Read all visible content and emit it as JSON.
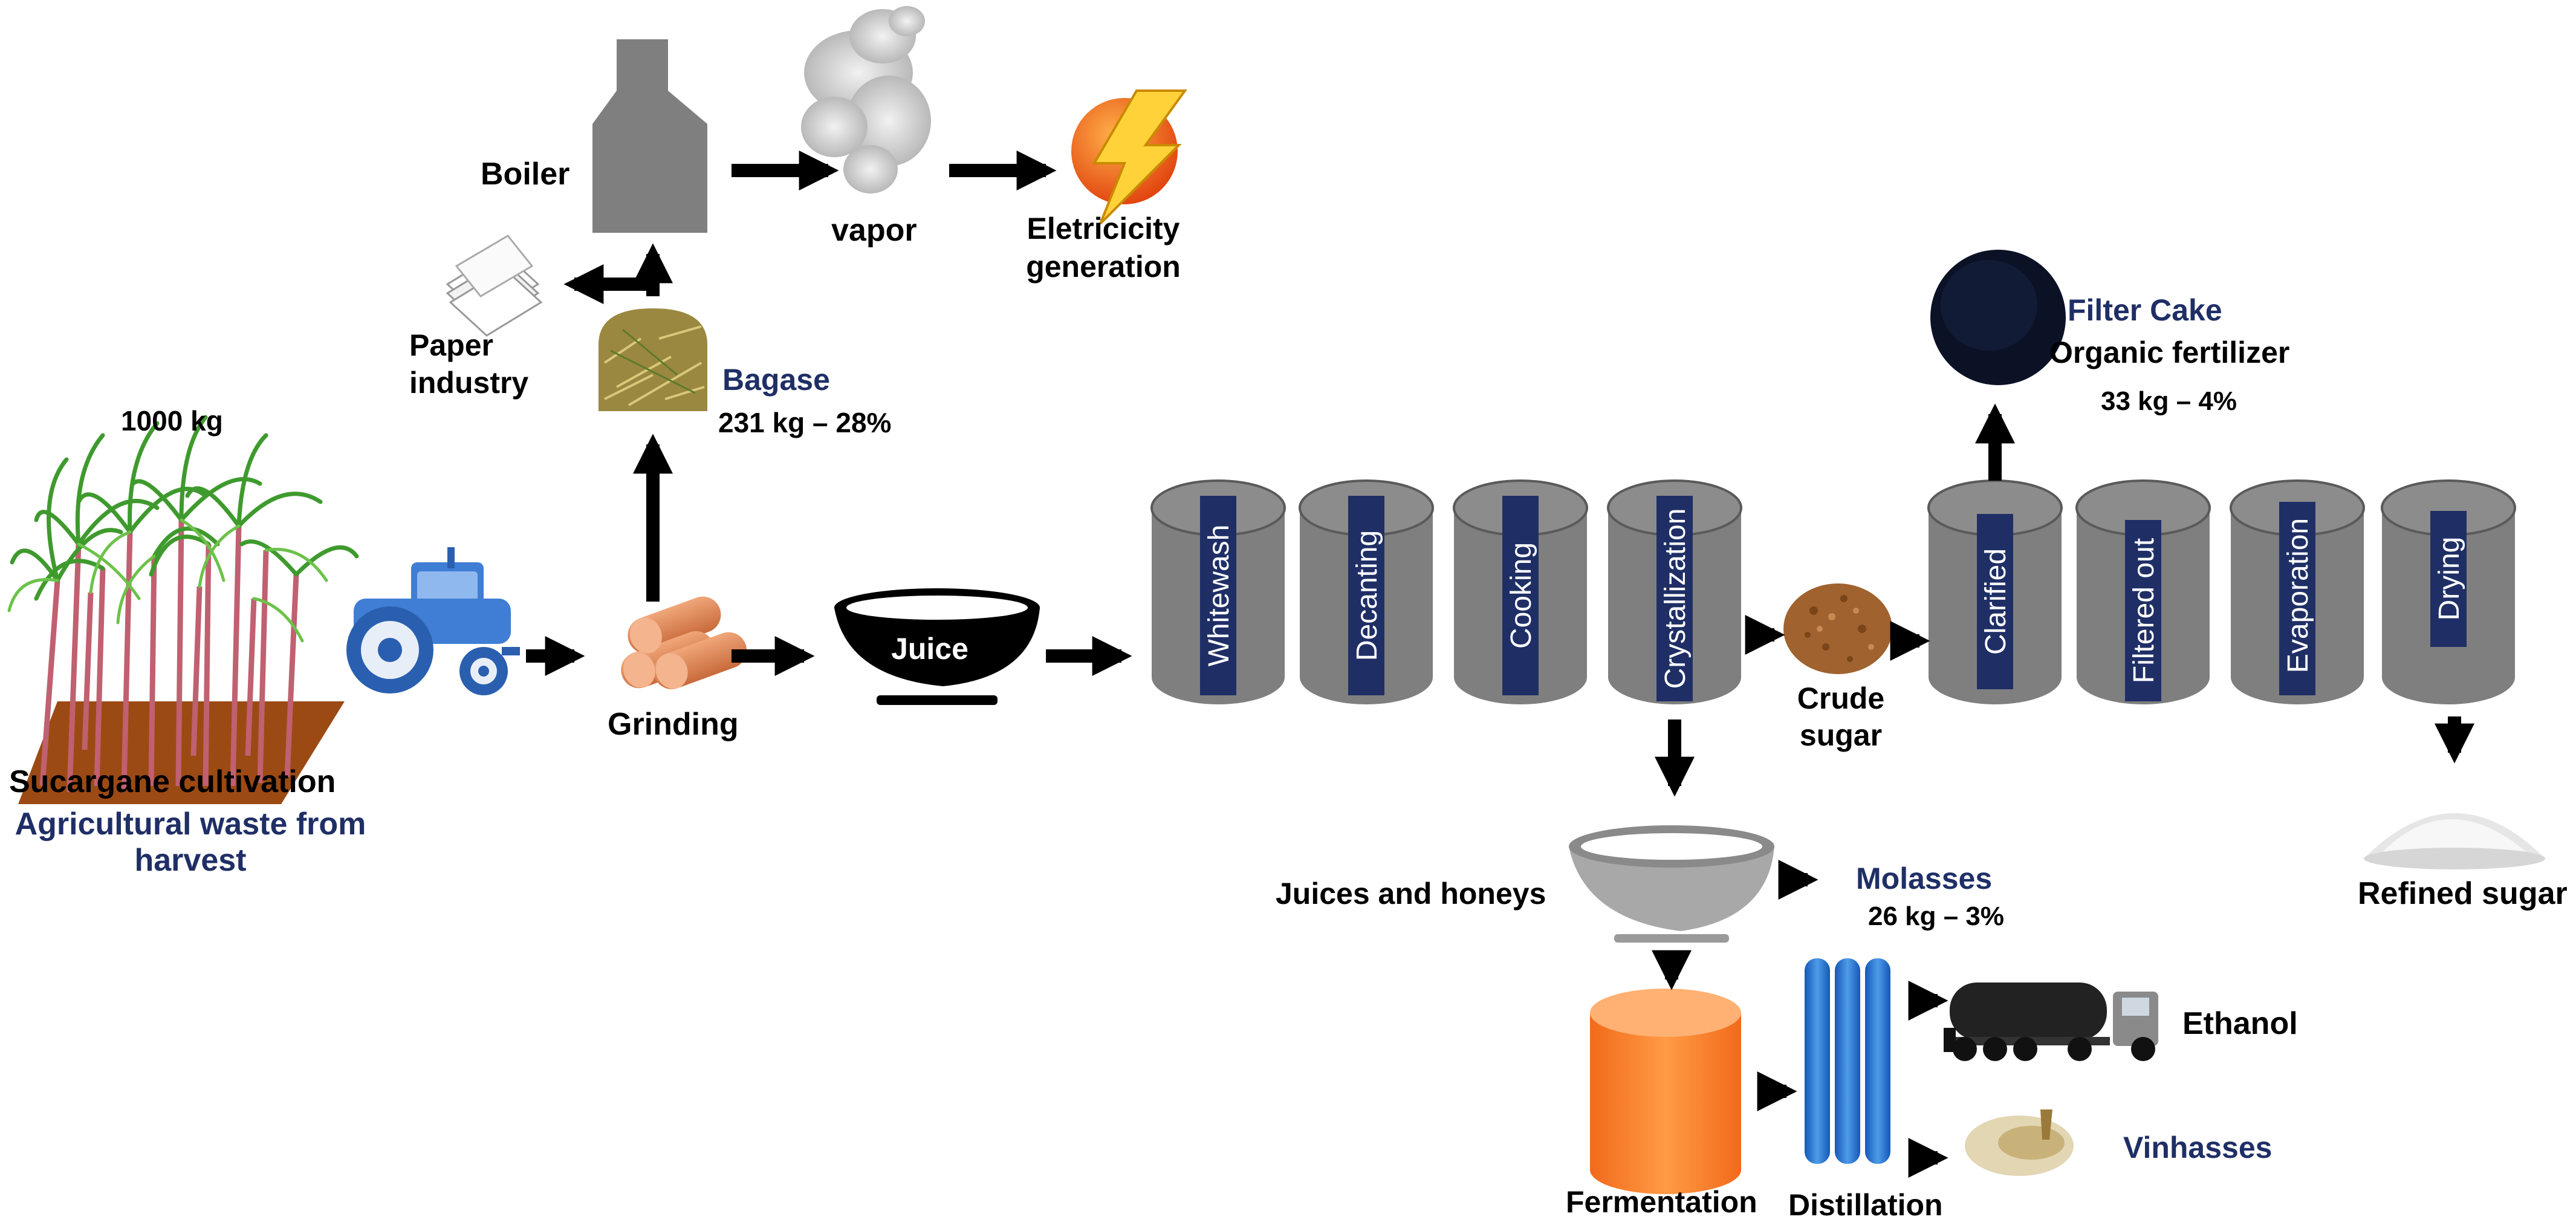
{
  "labels": {
    "cultivation": "Sucargane cultivation",
    "waste_line1": "Agricultural waste from",
    "waste_line2": "harvest",
    "input_mass": "1000 kg",
    "grinding": "Grinding",
    "juice": "Juice",
    "bagase": "Bagase",
    "bagase_amount": "231 kg – 28%",
    "paper_line1": "Paper",
    "paper_line2": "industry",
    "boiler": "Boiler",
    "vapor": "vapor",
    "electricity_line1": "Eletricicity",
    "electricity_line2": "generation",
    "filter_cake": "Filter Cake",
    "organic_fertilizer": "Organic fertilizer",
    "filter_amount": "33 kg – 4%",
    "crude_line1": "Crude",
    "crude_line2": "sugar",
    "refined_sugar": "Refined sugar",
    "juices_honeys": "Juices and honeys",
    "molasses": "Molasses",
    "molasses_amount": "26 kg – 3%",
    "fermentation": "Fermentation",
    "distillation": "Distillation",
    "ethanol": "Ethanol",
    "vinhasses": "Vinhasses"
  },
  "process_tanks_1": [
    "Whitewash",
    "Decanting",
    "Cooking",
    "Crystallization"
  ],
  "process_tanks_2": [
    "Clarified",
    "Filtered out",
    "Evaporation",
    "Drying"
  ],
  "colors": {
    "tank_gray": "#808080",
    "label_band": "#1f2f66",
    "blue_text": "#1f2f66",
    "fermentation_orange": "#f7842f",
    "distillation_blue": "#1f6fd1",
    "tractor_blue": "#3f7ed4",
    "soil_brown": "#9c4a14"
  }
}
